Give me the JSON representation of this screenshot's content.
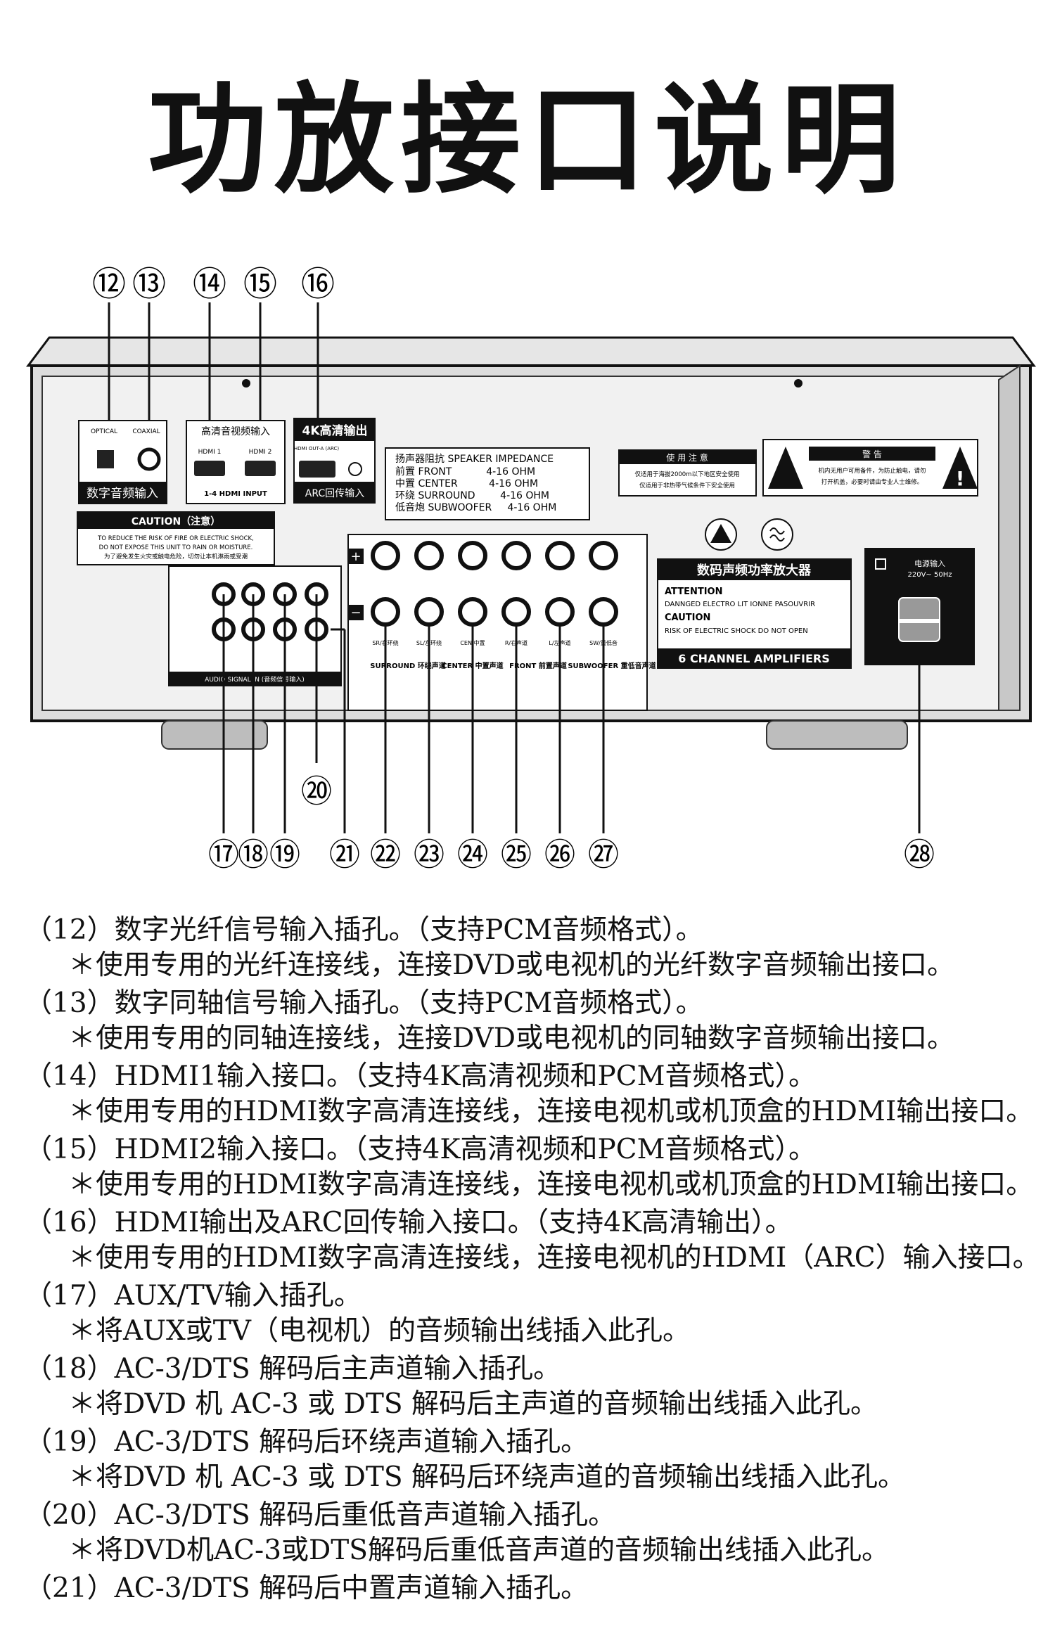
{
  "title": "功放接口说明",
  "diagram": {
    "top_labels": [
      "⑫",
      "⑬",
      "⑭",
      "⑮",
      "⑯"
    ],
    "bottom_labels": [
      "⑰",
      "⑱",
      "⑲",
      "⑳",
      "㉑",
      "㉒",
      "㉓",
      "㉔",
      "㉕",
      "㉖",
      "㉗",
      "㉘"
    ],
    "optical": "OPTICAL",
    "coaxial": "COAXIAL",
    "digital_input": "数字音频输入",
    "hdmi_group": "高清音视频输入",
    "hdmi1": "HDMI 1",
    "hdmi2": "HDMI 2",
    "hdmi_input": "1-4 HDMI INPUT",
    "out_4k": "4K高清输出",
    "arc_input": "ARC回传输入",
    "arc_port": "HDMI OUT-A (ARC)",
    "caution_title": "CAUTION（注意）",
    "caution_line1": "TO REDUCE THE RISK OF FIRE OR ELECTRIC SHOCK,",
    "caution_line2": "DO NOT EXPOSE THIS UNIT TO RAIN OR MOISTURE.",
    "caution_line3": "为了避免发生火灾或触电危险，切勿让本机淋雨或受潮",
    "impedance": [
      "扬声器阻抗  SPEAKER IMPEDANCE",
      "前置 FRONT           4-16 OHM",
      "中置 CENTER          4-16 OHM",
      "环绕 SURROUND        4-16 OHM",
      "低音炮 SUBWOOFER     4-16 OHM"
    ],
    "usage_title": "使 用 注 意",
    "usage_line1": "仅适用于海拔2000m以下地区安全使用",
    "usage_line2": "仅适用于非热带气候条件下安全使用",
    "warning_title": "警 告",
    "warning_line1": "机内无用户可用备件，为防止触电，请勿",
    "warning_line2": "打开机盖，必要时请由专业人士维修。",
    "speaker_groups": [
      "SURROUND 环绕声道",
      "CENTER 中置声道",
      "FRONT 前置声道",
      "SUBWOOFER 重低音声道"
    ],
    "speaker_tags": [
      "SR/右环绕",
      "SL/左环绕",
      "CEN/中置",
      "R/右声道",
      "L/左声道",
      "SW/重低音"
    ],
    "audio_in": "AUDIO SIGNAL IN (音频信号输入)",
    "product_title": "数码声频功率放大器",
    "attention": "ATTENTION",
    "attention_line": "DANNGED ELECTRO LIT IONNE PASOUVRIR",
    "caution2": "CAUTION",
    "caution2_line": "RISK OF ELECTRIC SHOCK DO NOT OPEN",
    "channels": "6 CHANNEL AMPLIFIERS",
    "power_title": "电源输入",
    "power_spec": "220V~ 50Hz"
  },
  "entries": [
    {
      "head": "（12）数字光纤信号输入插孔。（支持PCM音频格式）。",
      "note": "＊使用专用的光纤连接线，连接DVD或电视机的光纤数字音频输出接口。"
    },
    {
      "head": "（13）数字同轴信号输入插孔。（支持PCM音频格式）。",
      "note": "＊使用专用的同轴连接线，连接DVD或电视机的同轴数字音频输出接口。"
    },
    {
      "head": "（14）HDMI1输入接口。（支持4K高清视频和PCM音频格式）。",
      "note": "＊使用专用的HDMI数字高清连接线，连接电视机或机顶盒的HDMI输出接口。"
    },
    {
      "head": "（15）HDMI2输入接口。（支持4K高清视频和PCM音频格式）。",
      "note": "＊使用专用的HDMI数字高清连接线，连接电视机或机顶盒的HDMI输出接口。"
    },
    {
      "head": "（16）HDMI输出及ARC回传输入接口。（支持4K高清输出）。",
      "note": "＊使用专用的HDMI数字高清连接线，连接电视机的HDMI（ARC）输入接口。"
    },
    {
      "head": "（17）AUX/TV输入插孔。",
      "note": "＊将AUX或TV（电视机）的音频输出线插入此孔。"
    },
    {
      "head": "（18）AC-3/DTS 解码后主声道输入插孔。",
      "note": "＊将DVD 机 AC-3 或 DTS 解码后主声道的音频输出线插入此孔。"
    },
    {
      "head": "（19）AC-3/DTS 解码后环绕声道输入插孔。",
      "note": "＊将DVD 机 AC-3 或 DTS 解码后环绕声道的音频输出线插入此孔。"
    },
    {
      "head": "（20）AC-3/DTS 解码后重低音声道输入插孔。",
      "note": "＊将DVD机AC-3或DTS解码后重低音声道的音频输出线插入此孔。"
    },
    {
      "head": "（21）AC-3/DTS 解码后中置声道输入插孔。",
      "note": ""
    }
  ]
}
